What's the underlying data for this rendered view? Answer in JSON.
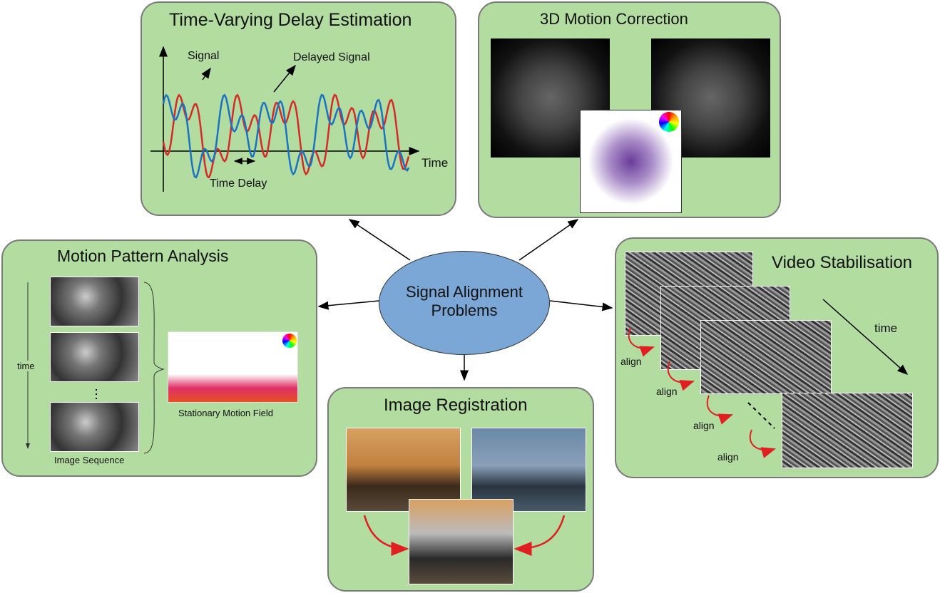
{
  "center": {
    "line1": "Signal Alignment",
    "line2": "Problems",
    "color": "#7aa7d6"
  },
  "panels": {
    "delay": {
      "title": "Time-Varying Delay Estimation",
      "signal": "Signal",
      "delayed": "Delayed Signal",
      "time": "Time",
      "time_delay": "Time Delay",
      "signal_color": "#1a73c1",
      "delayed_color": "#d42a2a"
    },
    "mri": {
      "title": "3D Motion Correction"
    },
    "motion": {
      "title": "Motion Pattern Analysis",
      "time": "time",
      "image_sequence": "Image Sequence",
      "field": "Stationary Motion Field"
    },
    "video": {
      "title": "Video Stabilisation",
      "time": "time",
      "align": [
        "align",
        "align",
        "align",
        "align"
      ]
    },
    "registration": {
      "title": "Image Registration"
    }
  },
  "colors": {
    "panel": "#b3dca0",
    "border": "#7a7a7a",
    "align_arrow": "#e02020"
  }
}
